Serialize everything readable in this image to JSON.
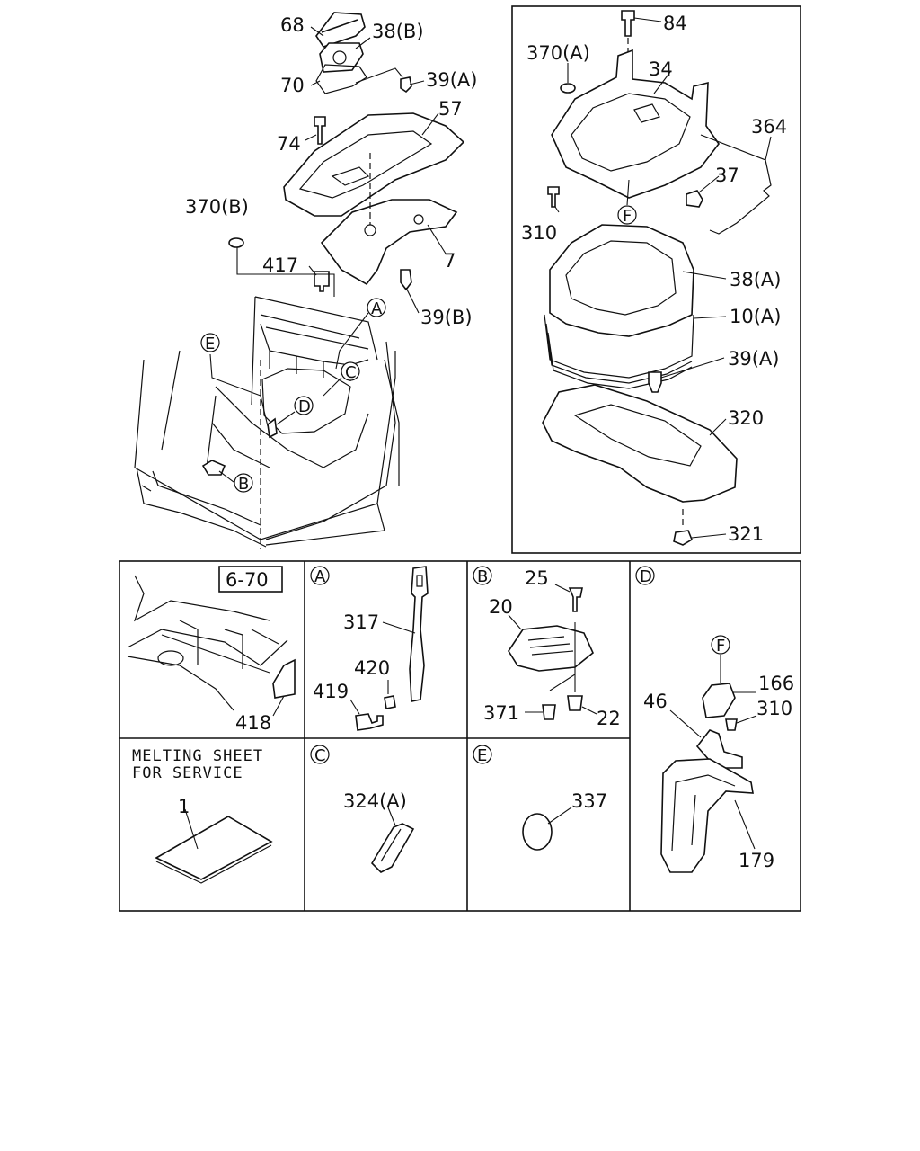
{
  "main_diagram": {
    "labels": {
      "p68": "68",
      "p38b": "38(B)",
      "p70": "70",
      "p39a_top": "39(A)",
      "p57": "57",
      "p74": "74",
      "p370b": "370(B)",
      "p7": "7",
      "p417": "417",
      "p39b": "39(B)",
      "ref_a": "A",
      "ref_b": "B",
      "ref_c": "C",
      "ref_d": "D",
      "ref_e": "E"
    }
  },
  "right_panel": {
    "labels": {
      "p84": "84",
      "p370a": "370(A)",
      "p34": "34",
      "p364": "364",
      "p37": "37",
      "p310": "310",
      "ref_f": "F",
      "p38a": "38(A)",
      "p10a": "10(A)",
      "p39a": "39(A)",
      "p320": "320",
      "p321": "321"
    }
  },
  "details": {
    "ref": {
      "ref_box": "6-70",
      "p418": "418"
    },
    "a": {
      "tag": "A",
      "p317": "317",
      "p420": "420",
      "p419": "419"
    },
    "b": {
      "tag": "B",
      "p25": "25",
      "p20": "20",
      "p371": "371",
      "p22": "22"
    },
    "d": {
      "tag": "D",
      "ref_f": "F",
      "p166": "166",
      "p46": "46",
      "p310": "310",
      "p179": "179"
    },
    "melting": {
      "line1": "MELTING SHEET",
      "line2": "FOR SERVICE",
      "p1": "1"
    },
    "c": {
      "tag": "C",
      "p324a": "324(A)"
    },
    "e": {
      "tag": "E",
      "p337": "337"
    }
  }
}
